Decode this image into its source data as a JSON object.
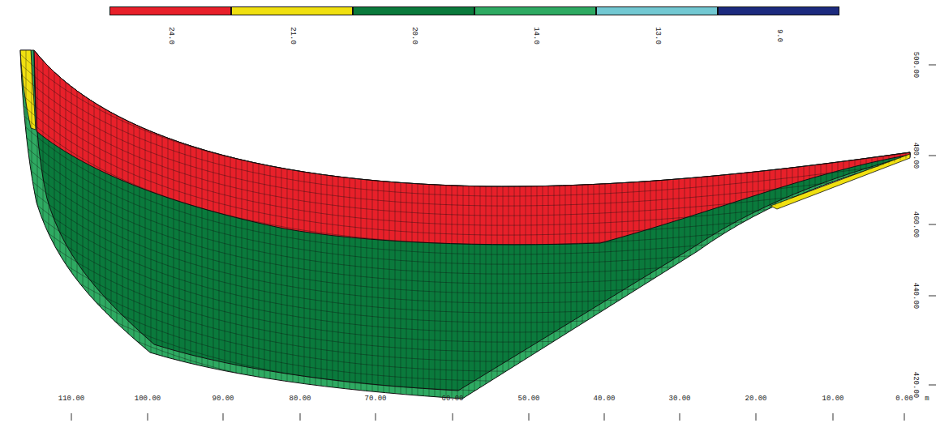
{
  "diagram": {
    "labels": [
      "110.00",
      "100.00",
      "90.00",
      "80.00",
      "70.00",
      "60.00",
      "50.00",
      "40.00",
      "30.00",
      "20.00",
      "10.00",
      "0.00",
      "m",
      "500.00",
      "480.00",
      "460.00",
      "440.00",
      "420.00"
    ],
    "legend": [
      {
        "text": "24.0",
        "color": "#e8202a"
      },
      {
        "text": "21.0",
        "color": "#f0e010"
      },
      {
        "text": "20.0",
        "color": "#0a7a3c"
      },
      {
        "text": "14.0",
        "color": "#2eaa62"
      },
      {
        "text": "13.0",
        "color": "#72c8d2"
      },
      {
        "text": "9.0",
        "color": "#1c2a7e"
      }
    ]
  }
}
